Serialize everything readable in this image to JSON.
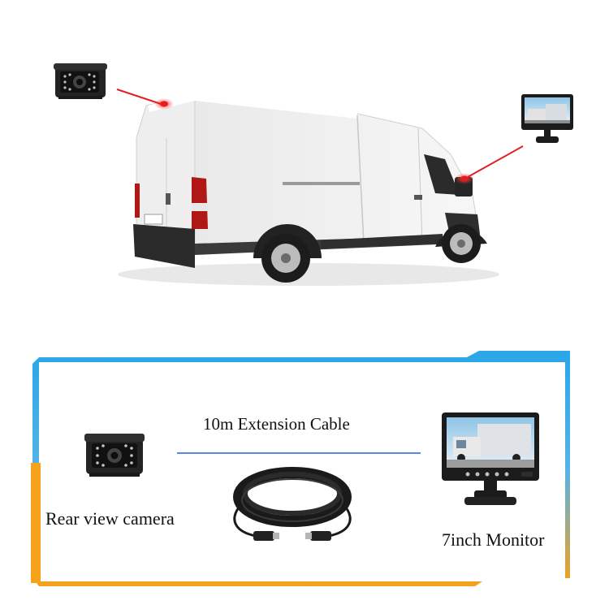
{
  "labels": {
    "cable": "10m Extension Cable",
    "camera": "Rear view camera",
    "monitor": "7inch Monitor"
  },
  "colors": {
    "frame_blue": "#2aa6e8",
    "frame_orange": "#f6a21a",
    "pointer_red": "#e02020",
    "divider_blue": "#2a5bd7"
  }
}
